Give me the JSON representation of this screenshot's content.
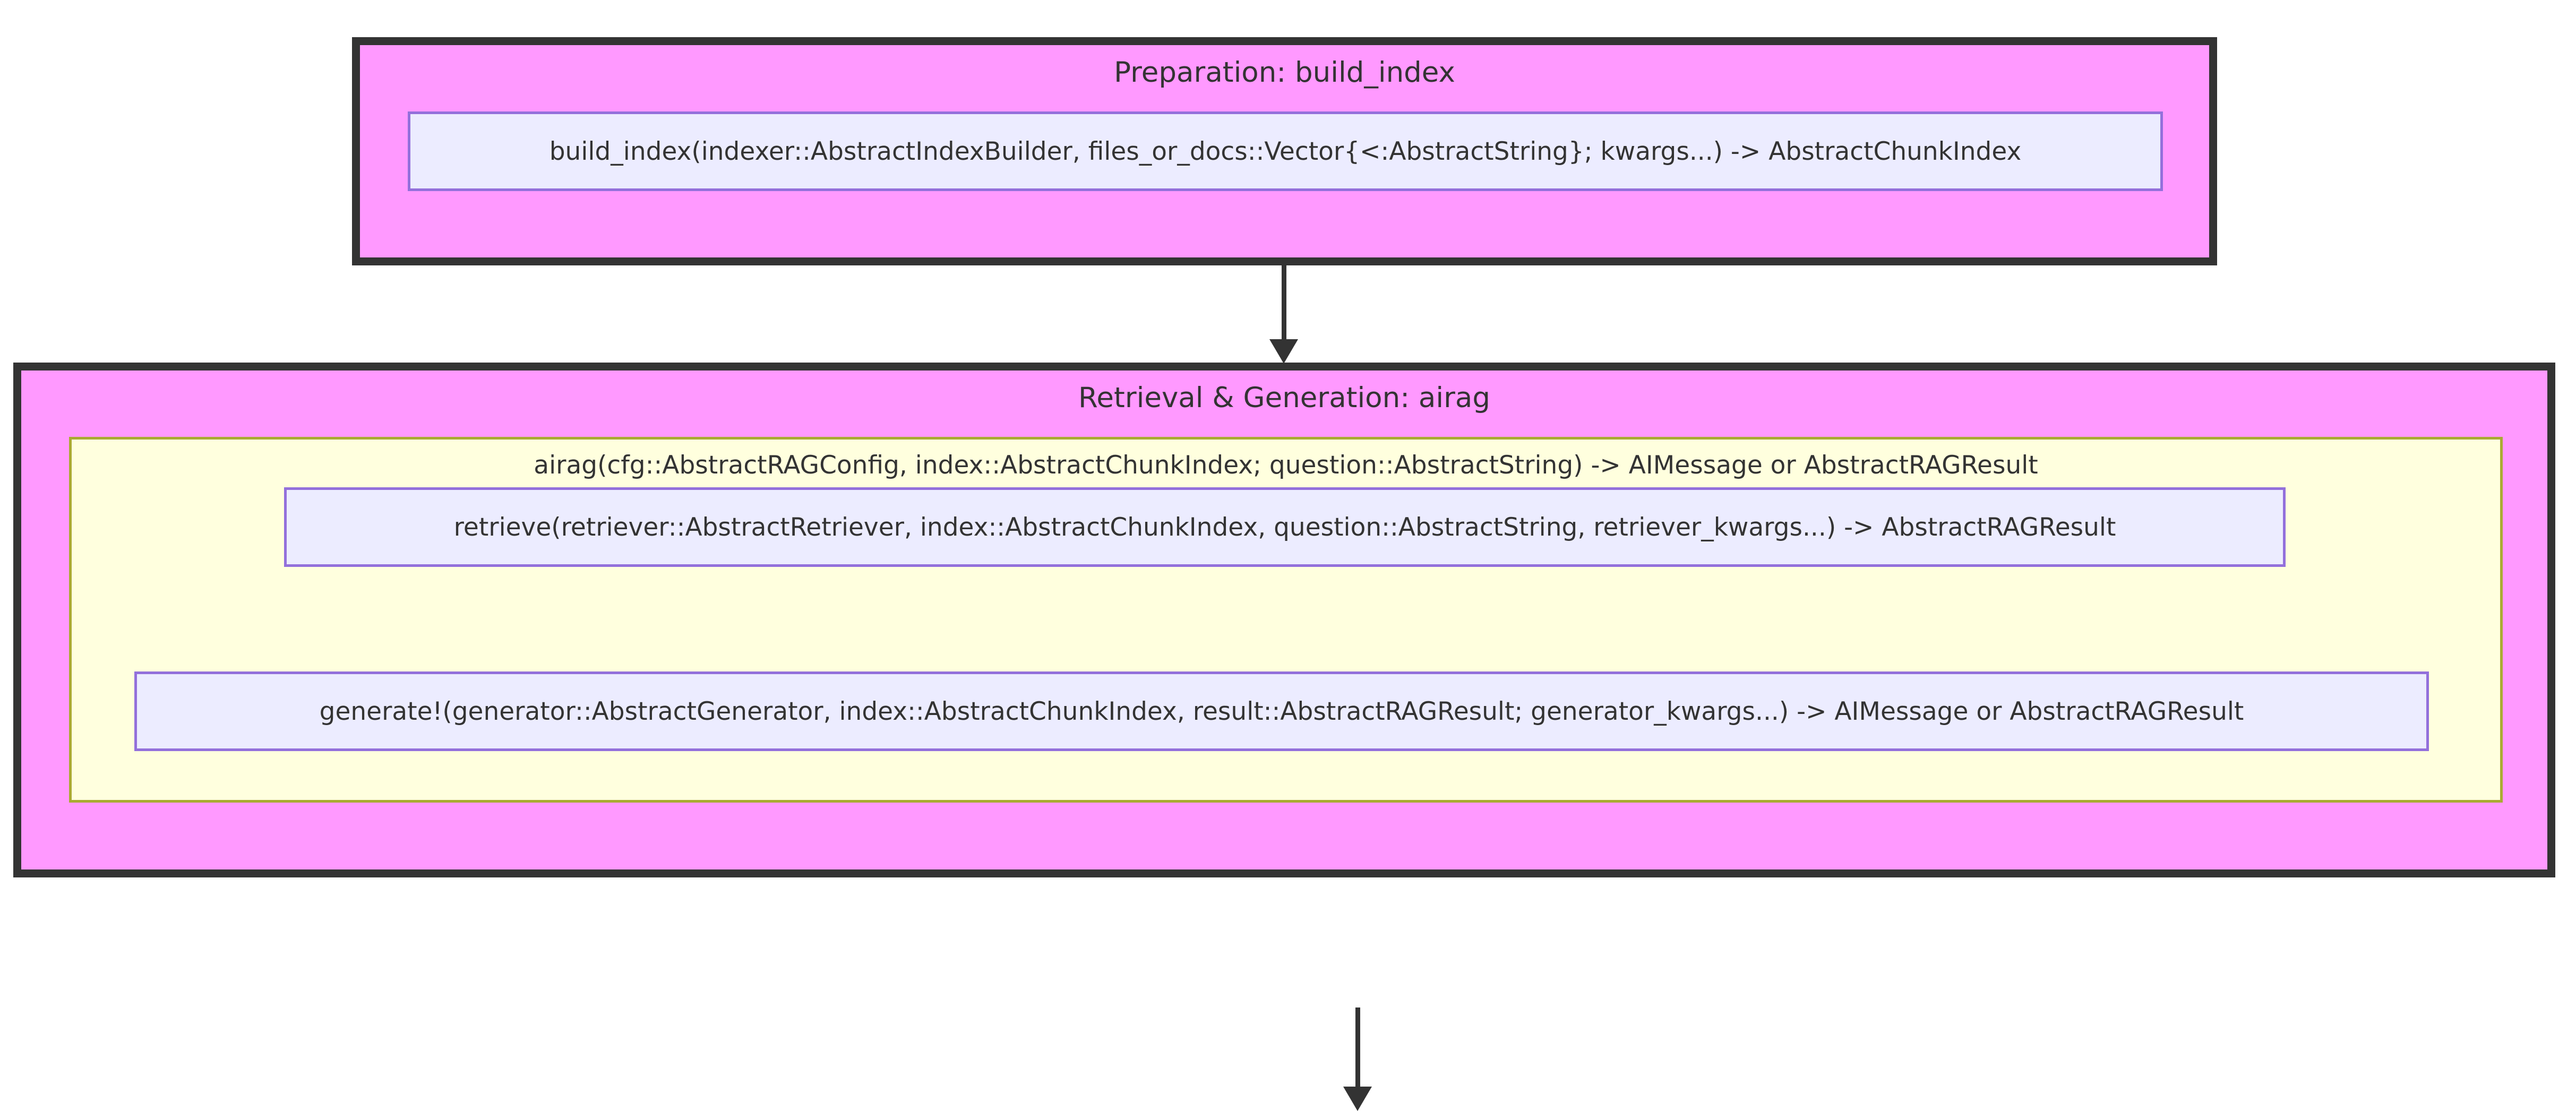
{
  "diagram": {
    "type": "flowchart",
    "direction": "top-down",
    "groups": {
      "preparation": {
        "title": "Preparation: build_index"
      },
      "retrieval_generation": {
        "title": "Retrieval & Generation: airag"
      },
      "airag_cluster": {
        "title": "airag(cfg::AbstractRAGConfig, index::AbstractChunkIndex; question::AbstractString) -> AIMessage or AbstractRAGResult"
      }
    },
    "nodes": {
      "build_index": {
        "label": "build_index(indexer::AbstractIndexBuilder, files_or_docs::Vector{<:AbstractString}; kwargs...) -> AbstractChunkIndex"
      },
      "retrieve": {
        "label": "retrieve(retriever::AbstractRetriever, index::AbstractChunkIndex, question::AbstractString, retriever_kwargs...) -> AbstractRAGResult"
      },
      "generate": {
        "label": "generate!(generator::AbstractGenerator, index::AbstractChunkIndex, result::AbstractRAGResult; generator_kwargs...) -> AIMessage or AbstractRAGResult"
      }
    },
    "edges": [
      {
        "from": "Preparation: build_index",
        "to": "Retrieval & Generation: airag",
        "style": "arrow-down"
      },
      {
        "from": "retrieve",
        "to": "generate!",
        "style": "arrow-down"
      }
    ],
    "colors": {
      "pink": "#ff99ff",
      "dark": "#333333",
      "node_fill": "#ececff",
      "node_border": "#9370db",
      "cluster_fill": "#ffffde",
      "cluster_border": "#aaaa33",
      "text": "#333333"
    }
  }
}
